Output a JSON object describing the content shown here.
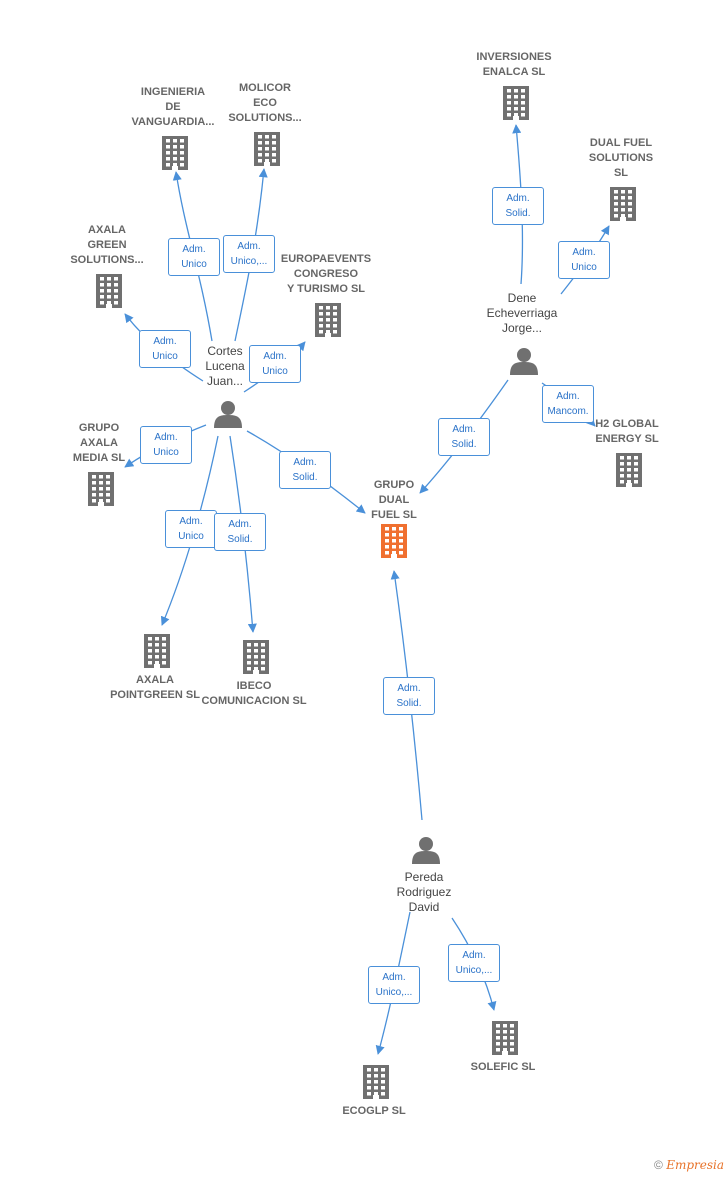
{
  "colors": {
    "edge": "#4a90d9",
    "building": "#707070",
    "highlight": "#f07030",
    "person": "#707070"
  },
  "nodes": [
    {
      "id": "grupo_dual_fuel",
      "type": "company",
      "highlight": true,
      "label": "GRUPO\nDUAL\nFUEL  SL"
    },
    {
      "id": "ingenieria",
      "type": "company",
      "label": "INGENIERIA\nDE\nVANGUARDIA..."
    },
    {
      "id": "molicor",
      "type": "company",
      "label": "MOLICOR\nECO\nSOLUTIONS..."
    },
    {
      "id": "axala_green",
      "type": "company",
      "label": "AXALA\nGREEN\nSOLUTIONS..."
    },
    {
      "id": "europaevents",
      "type": "company",
      "label": "EUROPAEVENTS\nCONGRESO\nY TURISMO SL"
    },
    {
      "id": "grupo_axala",
      "type": "company",
      "label": "GRUPO\nAXALA\nMEDIA  SL"
    },
    {
      "id": "axala_pointgreen",
      "type": "company",
      "label": "AXALA\nPOINTGREEN SL"
    },
    {
      "id": "ibeco",
      "type": "company",
      "label": "IBECO\nCOMUNICACION SL"
    },
    {
      "id": "inversiones",
      "type": "company",
      "label": "INVERSIONES\nENALCA  SL"
    },
    {
      "id": "dual_fuel_solutions",
      "type": "company",
      "label": "DUAL FUEL\nSOLUTIONS\nSL"
    },
    {
      "id": "h2_global",
      "type": "company",
      "label": "H2 GLOBAL\nENERGY  SL"
    },
    {
      "id": "ecoglp",
      "type": "company",
      "label": "ECOGLP  SL"
    },
    {
      "id": "solefic",
      "type": "company",
      "label": "SOLEFIC SL"
    },
    {
      "id": "cortes",
      "type": "person",
      "label": "Cortes\nLucena\nJuan..."
    },
    {
      "id": "dene",
      "type": "person",
      "label": "Dene\nEcheverriaga\nJorge..."
    },
    {
      "id": "pereda",
      "type": "person",
      "label": "Pereda\nRodriguez\nDavid"
    }
  ],
  "edges": [
    {
      "from": "cortes",
      "to": "ingenieria",
      "label": "Adm.\nUnico"
    },
    {
      "from": "cortes",
      "to": "molicor",
      "label": "Adm.\nUnico,..."
    },
    {
      "from": "cortes",
      "to": "axala_green",
      "label": "Adm.\nUnico"
    },
    {
      "from": "cortes",
      "to": "europaevents",
      "label": "Adm.\nUnico"
    },
    {
      "from": "cortes",
      "to": "grupo_axala",
      "label": "Adm.\nUnico"
    },
    {
      "from": "cortes",
      "to": "grupo_dual_fuel",
      "label": "Adm.\nSolid."
    },
    {
      "from": "cortes",
      "to": "axala_pointgreen",
      "label": "Adm.\nUnico"
    },
    {
      "from": "cortes",
      "to": "ibeco",
      "label": "Adm.\nSolid."
    },
    {
      "from": "dene",
      "to": "inversiones",
      "label": "Adm.\nSolid."
    },
    {
      "from": "dene",
      "to": "dual_fuel_solutions",
      "label": "Adm.\nUnico"
    },
    {
      "from": "dene",
      "to": "h2_global",
      "label": "Adm.\nMancom."
    },
    {
      "from": "dene",
      "to": "grupo_dual_fuel",
      "label": "Adm.\nSolid."
    },
    {
      "from": "pereda",
      "to": "grupo_dual_fuel",
      "label": "Adm.\nSolid."
    },
    {
      "from": "pereda",
      "to": "ecoglp",
      "label": "Adm.\nUnico,..."
    },
    {
      "from": "pereda",
      "to": "solefic",
      "label": "Adm.\nUnico,..."
    }
  ],
  "footer": {
    "copyright": "©",
    "brand": "Empresia"
  }
}
